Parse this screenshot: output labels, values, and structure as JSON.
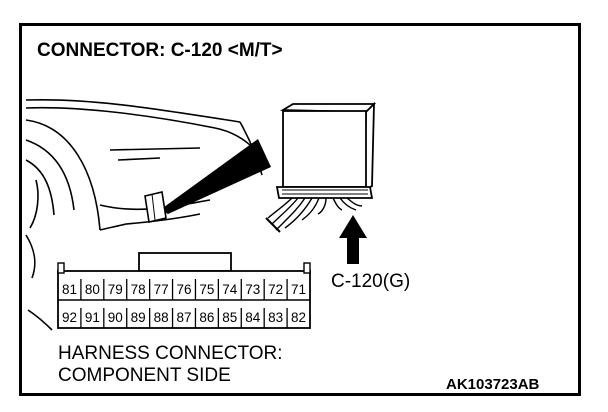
{
  "title": "CONNECTOR: C-120 <M/T>",
  "connector_label": "C-120(G)",
  "caption": [
    "HARNESS CONNECTOR:",
    "COMPONENT SIDE"
  ],
  "code": "AK103723AB",
  "pins": {
    "top_row": [
      "81",
      "80",
      "79",
      "78",
      "77",
      "76",
      "75",
      "74",
      "73",
      "72",
      "71"
    ],
    "bottom_row": [
      "92",
      "91",
      "90",
      "89",
      "88",
      "87",
      "86",
      "85",
      "84",
      "83",
      "82"
    ]
  }
}
